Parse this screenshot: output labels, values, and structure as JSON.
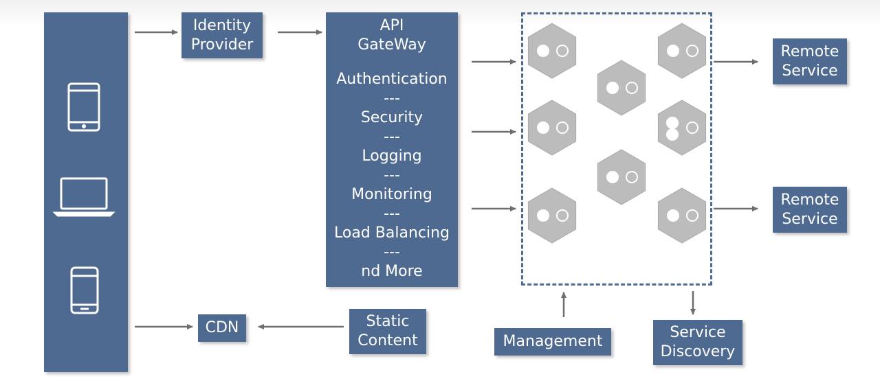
{
  "boxes": {
    "identity_provider": [
      "Identity",
      "Provider"
    ],
    "api_gateway": {
      "title": [
        "API",
        "GateWay"
      ],
      "features": [
        "Authentication",
        "---",
        "Security",
        "---",
        "Logging",
        "---",
        "Monitoring",
        "---",
        "Load Balancing",
        "---",
        "nd More"
      ]
    },
    "remote_service_1": [
      "Remote",
      "Service"
    ],
    "remote_service_2": [
      "Remote",
      "Service"
    ],
    "cdn": [
      "CDN"
    ],
    "static_content": [
      "Static",
      "Content"
    ],
    "management": [
      "Management"
    ],
    "service_discovery": [
      "Service",
      "Discovery"
    ]
  },
  "colors": {
    "box": "#4f6a91",
    "hexagon": "#bcbcbc",
    "arrow": "#6e6e6e"
  },
  "icons": [
    "tablet-icon",
    "laptop-icon",
    "phone-icon"
  ]
}
